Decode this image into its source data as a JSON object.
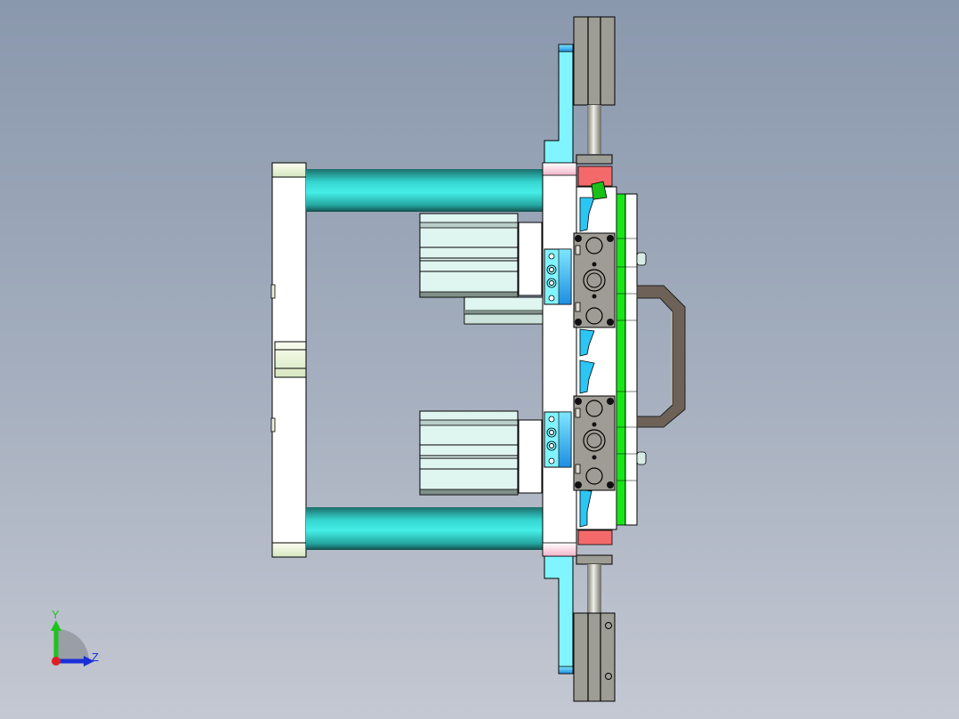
{
  "viewport": {
    "background_top": "#8a98ad",
    "background_bottom": "#c4c8d2",
    "view": "Side view (Y up, Z right)"
  },
  "triad": {
    "y_label": "Y",
    "z_label": "Z",
    "colors": {
      "y": "#1dc41d",
      "z": "#1a2fd8",
      "x": "#e02020"
    }
  },
  "model": {
    "parts": [
      {
        "name": "back-frame-plate",
        "color": "#ffffff"
      },
      {
        "name": "guide-rod-top",
        "color": "#3ee8e0"
      },
      {
        "name": "guide-rod-bottom",
        "color": "#3ee8e0"
      },
      {
        "name": "cylinder-upper",
        "color": "#dff5f0"
      },
      {
        "name": "cylinder-lower",
        "color": "#dff5f0"
      },
      {
        "name": "mounting-plate",
        "color": "#ffffff"
      },
      {
        "name": "l-bracket-top",
        "color": "#80f4ff"
      },
      {
        "name": "l-bracket-bottom",
        "color": "#80f4ff"
      },
      {
        "name": "slide-cylinder-top",
        "color": "#9d9d95"
      },
      {
        "name": "slide-cylinder-bottom",
        "color": "#9d9d95"
      },
      {
        "name": "clamp-block-upper",
        "color": "#9e9c94"
      },
      {
        "name": "clamp-block-lower",
        "color": "#9e9c94"
      },
      {
        "name": "green-strip",
        "color": "#19e619"
      },
      {
        "name": "handle",
        "color": "#6e6258"
      }
    ]
  }
}
